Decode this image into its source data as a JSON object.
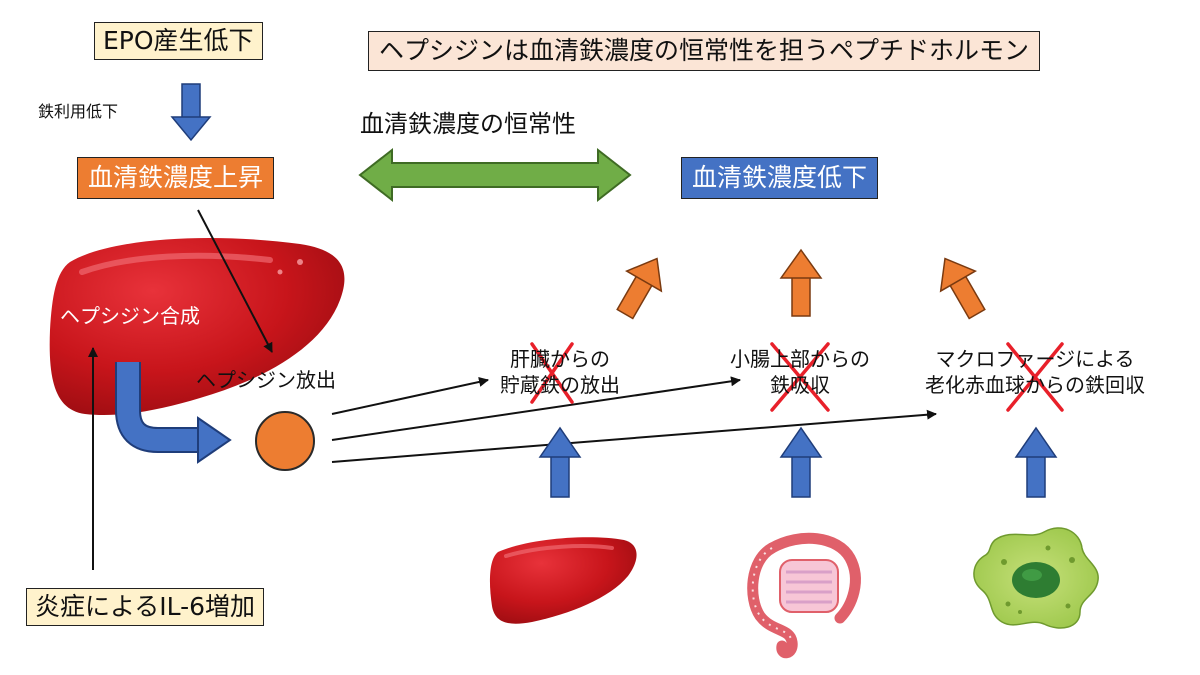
{
  "boxes": {
    "epo": "EPO産生低下",
    "title": "ヘプシジンは血清鉄濃度の恒常性を担うペプチドホルモン",
    "rise": "血清鉄濃度上昇",
    "fall": "血清鉄濃度低下",
    "il6": "炎症によるIL-6増加"
  },
  "labels": {
    "iron_use_down": "鉄利用低下",
    "homeostasis": "血清鉄濃度の恒常性",
    "synthesis": "ヘプシジン合成",
    "release": "ヘプシジン放出",
    "liver_store_1": "肝臓からの",
    "liver_store_2": "貯蔵鉄の放出",
    "gut_1": "小腸上部からの",
    "gut_2": "鉄吸収",
    "macro_1": "マクロファージによる",
    "macro_2": "老化赤血球からの鉄回収"
  },
  "colors": {
    "orange": "#ed7d31",
    "blue": "#4472c4",
    "green": "#70ad47",
    "red_x": "#e8202a",
    "liver": "#c8151b"
  },
  "icons": [
    "liver-illustration",
    "intestine-illustration",
    "macrophage-illustration",
    "hepcidin-circle",
    "blocked-x-icon"
  ]
}
